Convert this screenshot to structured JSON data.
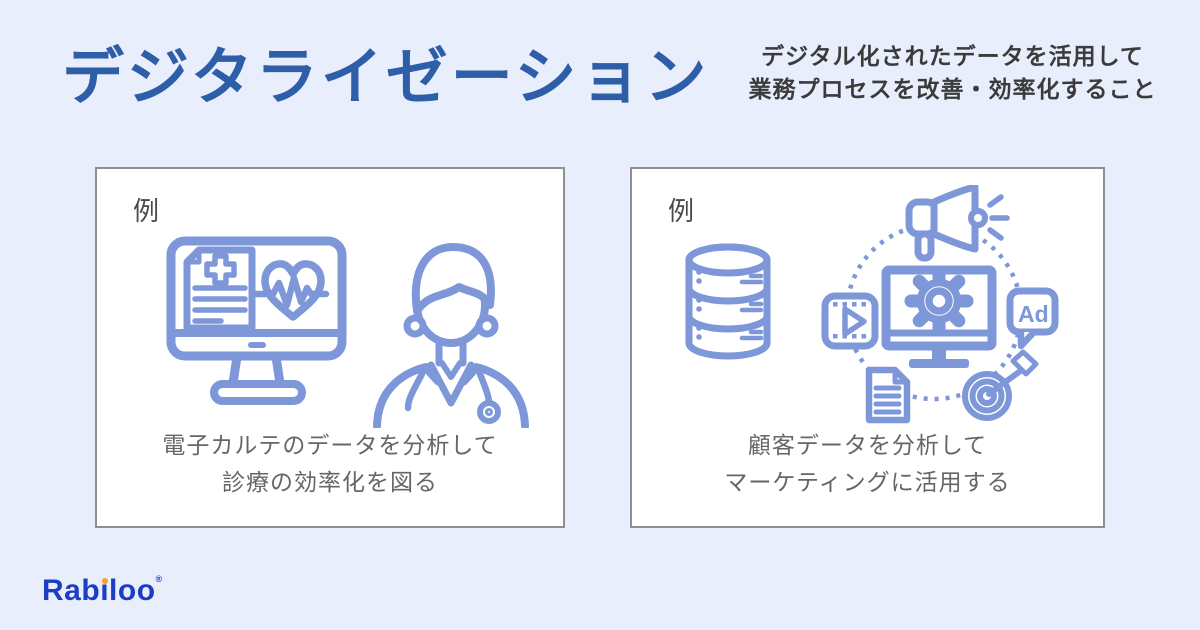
{
  "colors": {
    "background": "#e8eefc",
    "title_blue": "#2e5ea7",
    "icon_blue": "#7d97d8",
    "subtitle_gray": "#3b3b3b",
    "caption_gray": "#666666",
    "card_border_gray": "#8f8f8f",
    "logo_blue": "#1d3ec2",
    "logo_dot_orange": "#f6a325"
  },
  "header": {
    "title": "デジタライゼーション",
    "subtitle_line1": "デジタル化されたデータを活用して",
    "subtitle_line2": "業務プロセスを改善・効率化すること"
  },
  "cards": [
    {
      "label": "例",
      "caption_line1": "電子カルテのデータを分析して",
      "caption_line2": "診療の効率化を図る",
      "icons": [
        "medical-record-monitor-icon",
        "doctor-icon"
      ]
    },
    {
      "label": "例",
      "caption_line1": "顧客データを分析して",
      "caption_line2": "マーケティングに活用する",
      "ad_text": "Ad",
      "icons": [
        "database-icon",
        "dotted-cycle-icon",
        "megaphone-icon",
        "video-player-icon",
        "monitor-gear-icon",
        "ad-bubble-icon",
        "document-icon",
        "target-dart-icon"
      ]
    }
  ],
  "logo": {
    "part1": "Rab",
    "i": "ı",
    "part2": "loo",
    "mark": "®"
  }
}
